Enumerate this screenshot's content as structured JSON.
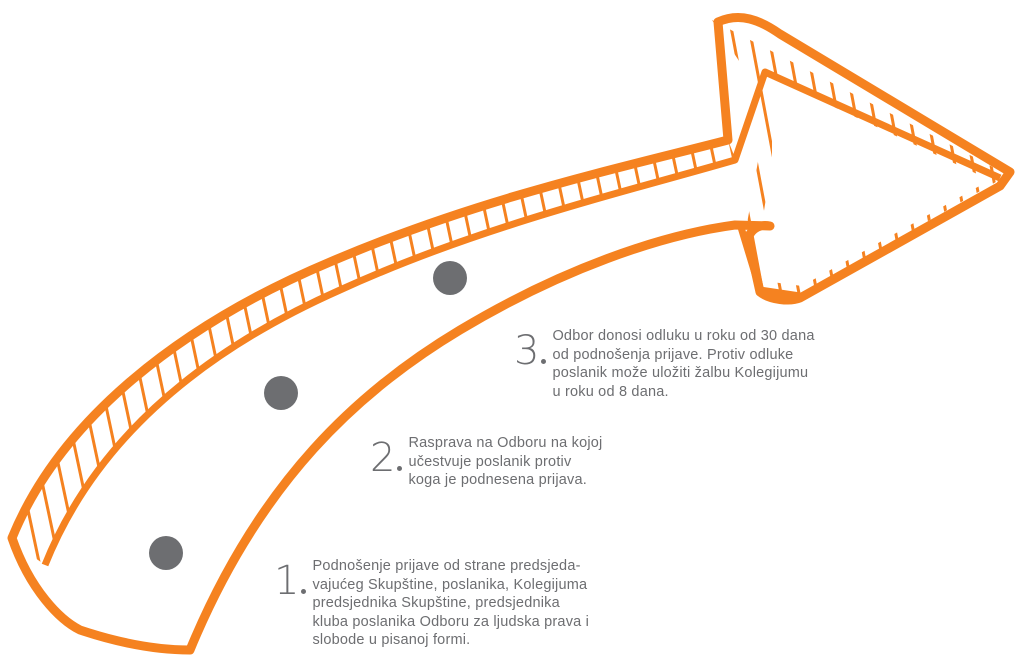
{
  "colors": {
    "arrow_outline": "#f58220",
    "dot_fill": "#6d6e71",
    "text": "#6d6e71"
  },
  "steps": [
    {
      "number": "1",
      "text": "Podnošenje prijave od strane predsjeda-\nvajućeg Skupštine, poslanika, Kolegijuma\npredsjednika Skupštine, predsjednika\nkluba poslanika Odboru za ljudska prava i\nslobode u pisanoj formi."
    },
    {
      "number": "2",
      "text": "Rasprava na Odboru na kojoj\nučestvuje poslanik protiv\nkoga je podnesena prijava."
    },
    {
      "number": "3",
      "text": "Odbor donosi odluku u roku od 30 dana\nod podnošenja prijave. Protiv odluke\nposlanik može uložiti žalbu Kolegijumu\nu roku od 8 dana."
    }
  ]
}
